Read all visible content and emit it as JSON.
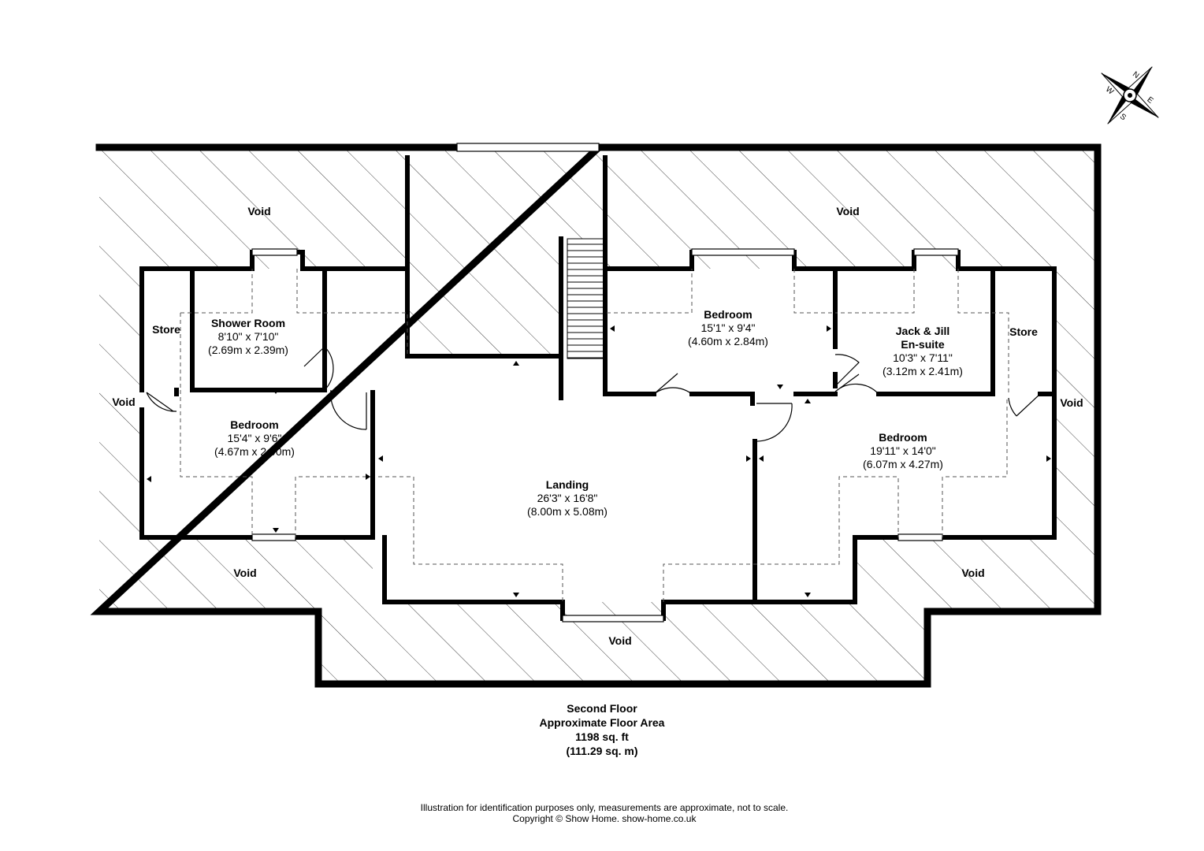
{
  "rooms": [
    {
      "id": "shower-room",
      "name": "Shower Room",
      "imperial": "8'10\" x 7'10\"",
      "metric": "(2.69m x 2.39m)"
    },
    {
      "id": "store-left",
      "name": "Store"
    },
    {
      "id": "bedroom-left",
      "name": "Bedroom",
      "imperial": "15'4\" x 9'6\"",
      "metric": "(4.67m x 2.90m)"
    },
    {
      "id": "landing",
      "name": "Landing",
      "imperial": "26'3\" x 16'8\"",
      "metric": "(8.00m x 5.08m)"
    },
    {
      "id": "bedroom-top",
      "name": "Bedroom",
      "imperial": "15'1\" x 9'4\"",
      "metric": "(4.60m x 2.84m)"
    },
    {
      "id": "ensuite",
      "name": "Jack & Jill",
      "name2": "En-suite",
      "imperial": "10'3\" x 7'11\"",
      "metric": "(3.12m x 2.41m)"
    },
    {
      "id": "store-right",
      "name": "Store"
    },
    {
      "id": "bedroom-right",
      "name": "Bedroom",
      "imperial": "19'11\" x 14'0\"",
      "metric": "(6.07m x 4.27m)"
    }
  ],
  "voids": [
    "Void",
    "Void",
    "Void",
    "Void",
    "Void",
    "Void",
    "Void"
  ],
  "summary": {
    "floor": "Second Floor",
    "area_label": "Approximate Floor Area",
    "sqft": "1198 sq. ft",
    "sqm": "(111.29 sq. m)"
  },
  "disclaimer": {
    "line1": "Illustration for identification purposes only, measurements are approximate, not to scale.",
    "line2": "Copyright © Show Home. show-home.co.uk"
  },
  "compass": {
    "labels": [
      "N",
      "E",
      "S",
      "W"
    ]
  }
}
